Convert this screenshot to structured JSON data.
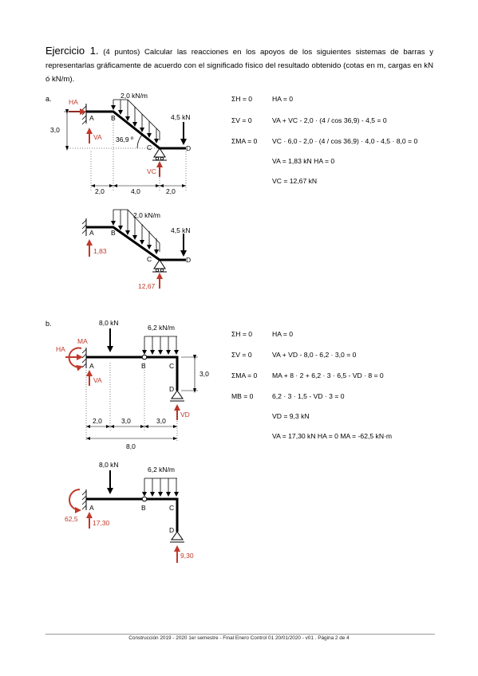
{
  "intro": {
    "title": "Ejercicio 1.",
    "text": "(4 puntos) Calcular las reacciones en los apoyos de los siguientes sistemas de barras y representarlas gráficamente de acuerdo con el significado físico del resultado obtenido (cotas en m, cargas en kN ó kN/m)."
  },
  "part_a": {
    "tag": "a.",
    "load_dist": "2,0 kN/m",
    "load_point": "4,5 kN",
    "angle": "36,9 º",
    "height": "3,0",
    "dims": [
      "2,0",
      "4,0",
      "2,0"
    ],
    "points": [
      "A",
      "B",
      "C",
      "D"
    ],
    "reactions": {
      "VA": "1,83",
      "VC": "12,67"
    },
    "equations": [
      {
        "lhs": "ΣH = 0",
        "rhs": "HA = 0"
      },
      {
        "lhs": "ΣV = 0",
        "rhs": "VA + VC - 2,0 · (4 / cos 36,9) - 4,5 = 0"
      },
      {
        "lhs": "ΣMA = 0",
        "rhs": "VC · 6,0 - 2,0 · (4 / cos 36,9) · 4,0 - 4,5 · 8,0 = 0"
      },
      {
        "lhs": "",
        "rhs": "VA = 1,83 kN      HA = 0"
      },
      {
        "lhs": "",
        "rhs": "VC = 12,67 kN"
      }
    ]
  },
  "part_b": {
    "tag": "b.",
    "load_point": "8,0 kN",
    "load_dist": "6,2 kN/m",
    "height": "3,0",
    "dims": [
      "2,0",
      "3,0",
      "3,0"
    ],
    "total": "8,0",
    "points": [
      "A",
      "B",
      "C",
      "D"
    ],
    "reactions": {
      "MA": "62,5",
      "VA": "17,30",
      "VD": "9,30"
    },
    "equations": [
      {
        "lhs": "ΣH = 0",
        "rhs": "HA = 0"
      },
      {
        "lhs": "ΣV = 0",
        "rhs": "VA + VD - 8,0 - 6,2 · 3,0 = 0"
      },
      {
        "lhs": "ΣMA = 0",
        "rhs": "MA + 8 · 2 + 6,2 · 3 · 6,5 - VD · 8 = 0"
      },
      {
        "lhs": "MB = 0",
        "rhs": "6,2 · 3 · 1,5 - VD · 3 = 0"
      },
      {
        "lhs": "",
        "rhs": "VD = 9,3 kN"
      },
      {
        "lhs": "",
        "rhs": "VA = 17,30 kN      HA = 0     MA = -62,5 kN·m"
      }
    ]
  },
  "labels": {
    "HA": "HA",
    "VA": "VA",
    "VC": "VC",
    "VD": "VD",
    "MA": "MA"
  },
  "footer": "Construcción 2019 - 2020 1er semestre - Final Enero Control 01 20/01/2020 - v01 . Página 2 de 4",
  "colors": {
    "red": "#c0392b",
    "black": "#000000"
  }
}
